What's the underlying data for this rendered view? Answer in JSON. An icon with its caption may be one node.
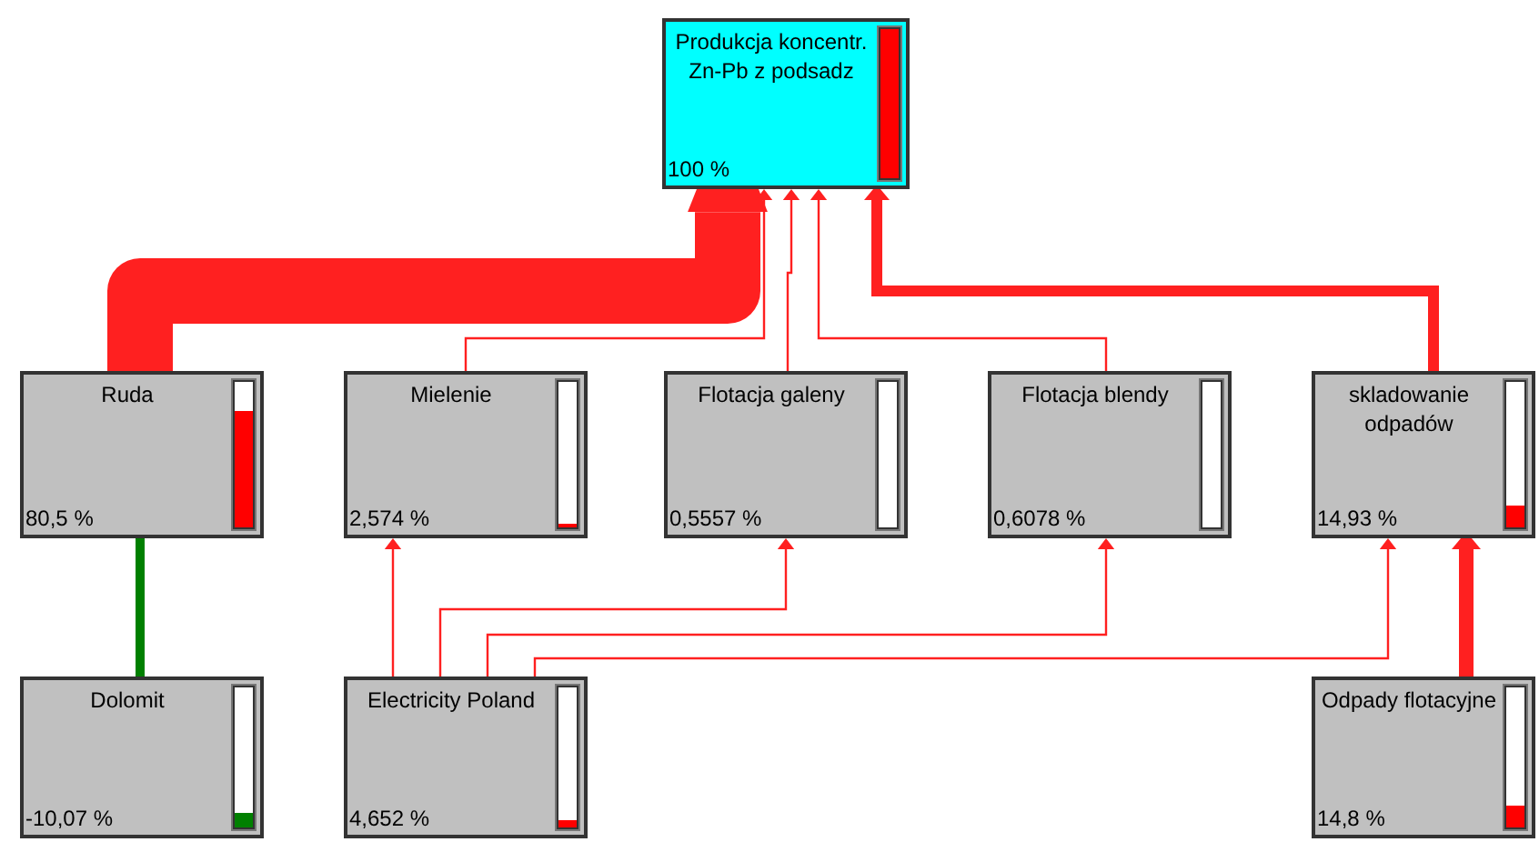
{
  "diagram": {
    "nodes": [
      {
        "text": [
          "Produkcja koncentr. Zn-Pb z podsadz",
          "100 %"
        ]
      },
      {
        "text": [
          "Ruda",
          "80,5 %"
        ]
      },
      {
        "text": [
          "Mielenie",
          "2,574 %"
        ]
      },
      {
        "text": [
          "Flotacja galeny",
          "0,5557 %"
        ]
      },
      {
        "text": [
          "Flotacja blendy",
          "0,6078 %"
        ]
      },
      {
        "text": [
          "skladowanie odpadów",
          "14,93 %"
        ]
      },
      {
        "text": [
          "Dolomit",
          "-10,07 %"
        ]
      },
      {
        "text": [
          "Electricity Poland",
          "4,652 %"
        ]
      },
      {
        "text": [
          "Odpady flotacyjne",
          "14,8 %"
        ]
      }
    ],
    "edges": [
      {
        "from": 1,
        "to": 0,
        "arrow": "to",
        "style": "thick"
      },
      {
        "from": 2,
        "to": 0,
        "arrow": "to"
      },
      {
        "from": 3,
        "to": 0,
        "arrow": "to"
      },
      {
        "from": 4,
        "to": 0,
        "arrow": "to"
      },
      {
        "from": 5,
        "to": 0,
        "arrow": "to",
        "style": "thick"
      },
      {
        "from": 6,
        "to": 1,
        "arrow": "none",
        "style": "thick",
        "color": "#008000"
      },
      {
        "from": 7,
        "to": 2,
        "arrow": "to"
      },
      {
        "from": 7,
        "to": 3,
        "arrow": "to"
      },
      {
        "from": 7,
        "to": 4,
        "arrow": "to"
      },
      {
        "from": 7,
        "to": 5,
        "arrow": "to"
      },
      {
        "from": 8,
        "to": 5,
        "arrow": "to",
        "style": "thick"
      }
    ]
  }
}
